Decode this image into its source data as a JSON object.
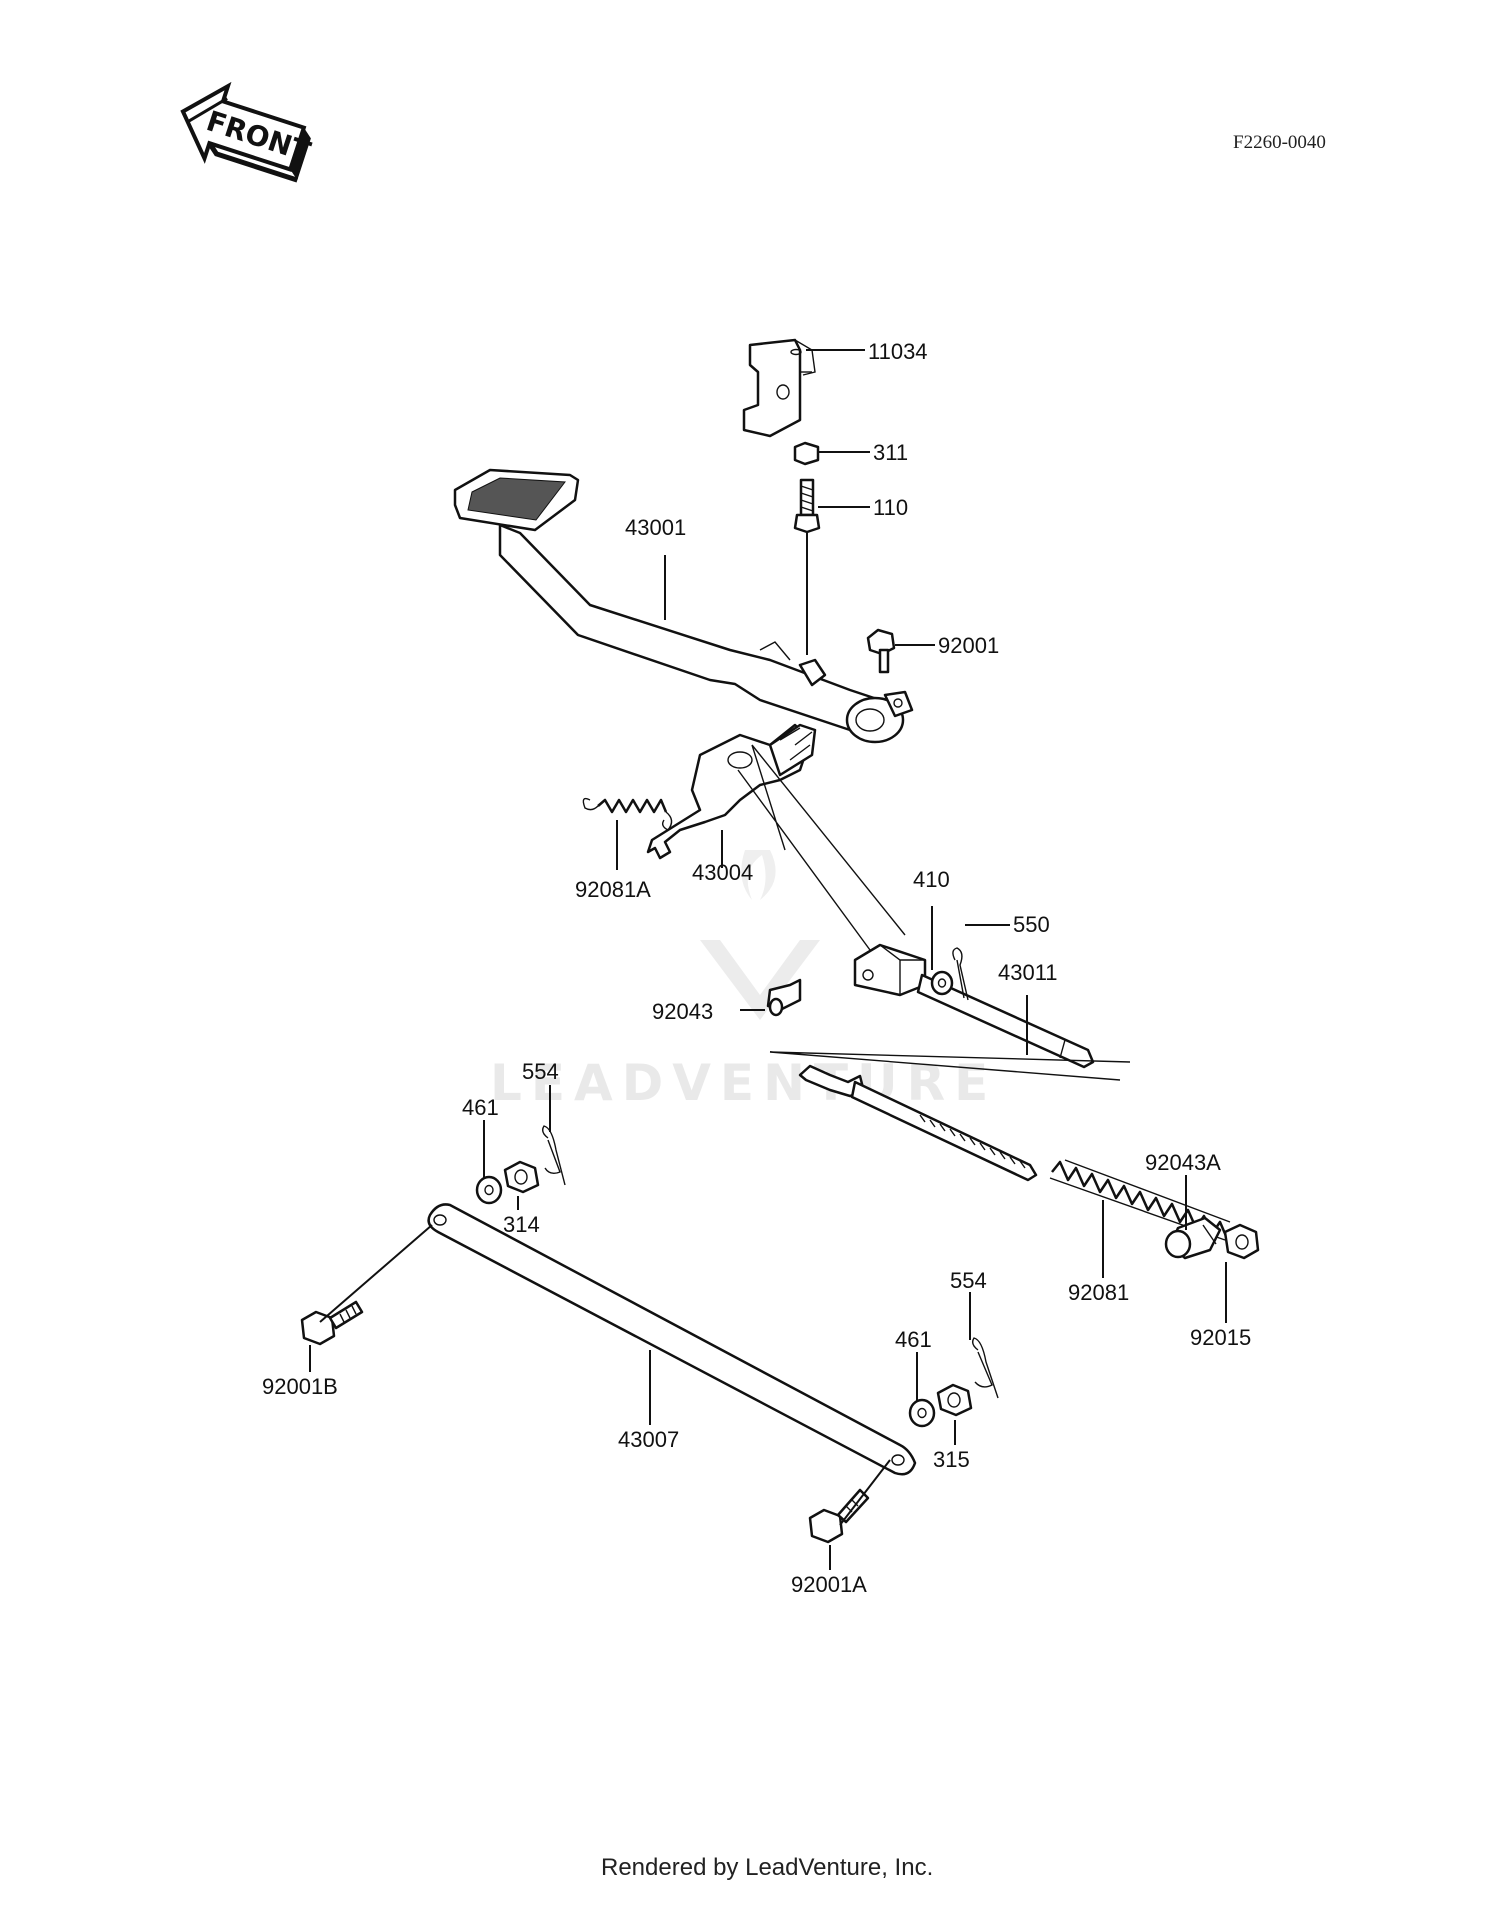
{
  "header": {
    "front_label": "FRONT",
    "diagram_code": "F2260-0040"
  },
  "watermark": {
    "text": "LEADVENTURE"
  },
  "callouts": [
    {
      "id": "11034",
      "label": "11034"
    },
    {
      "id": "311",
      "label": "311"
    },
    {
      "id": "110",
      "label": "110"
    },
    {
      "id": "43001",
      "label": "43001"
    },
    {
      "id": "92001",
      "label": "92001"
    },
    {
      "id": "92081A",
      "label": "92081A"
    },
    {
      "id": "43004",
      "label": "43004"
    },
    {
      "id": "410",
      "label": "410"
    },
    {
      "id": "550",
      "label": "550"
    },
    {
      "id": "43011",
      "label": "43011"
    },
    {
      "id": "92043",
      "label": "92043"
    },
    {
      "id": "554a",
      "label": "554"
    },
    {
      "id": "461a",
      "label": "461"
    },
    {
      "id": "314",
      "label": "314"
    },
    {
      "id": "92043A",
      "label": "92043A"
    },
    {
      "id": "92081",
      "label": "92081"
    },
    {
      "id": "92015",
      "label": "92015"
    },
    {
      "id": "554b",
      "label": "554"
    },
    {
      "id": "461b",
      "label": "461"
    },
    {
      "id": "315",
      "label": "315"
    },
    {
      "id": "92001B",
      "label": "92001B"
    },
    {
      "id": "43007",
      "label": "43007"
    },
    {
      "id": "92001A",
      "label": "92001A"
    }
  ],
  "footer": {
    "text": "Rendered by LeadVenture, Inc."
  }
}
